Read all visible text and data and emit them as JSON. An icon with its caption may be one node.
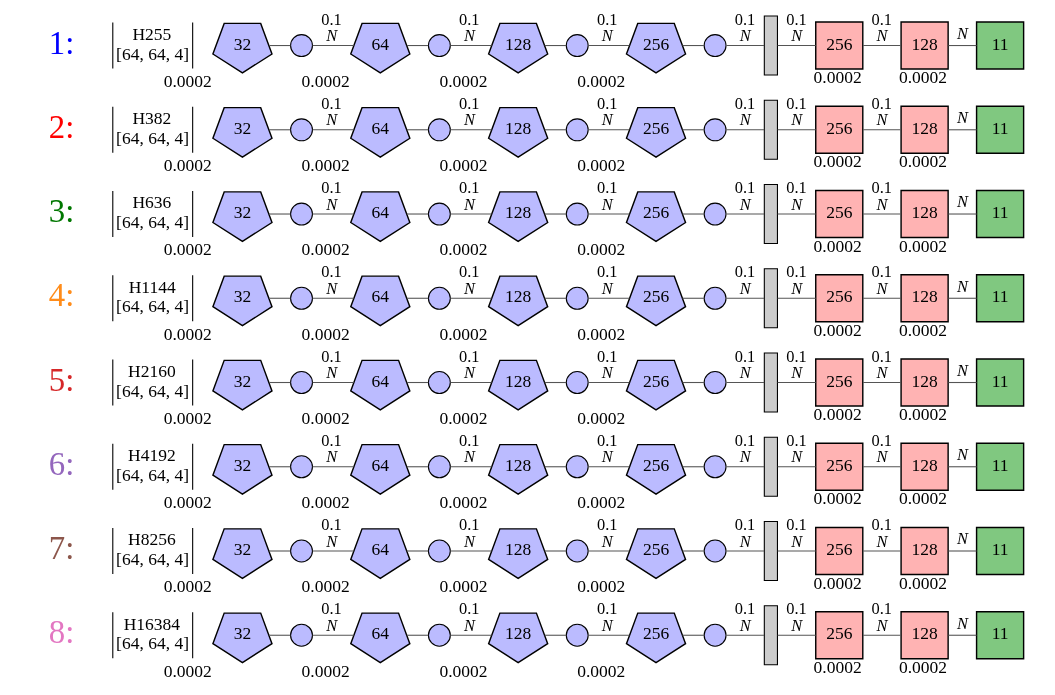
{
  "diagram": {
    "nodes": [
      {
        "text": [
          "H255",
          "[64, 64, 4]"
        ],
        "beside": [
          "1:"
        ]
      },
      {
        "text": [
          "32"
        ],
        "beside": [
          "0.0002"
        ]
      },
      {
        "text": [],
        "shape": "circle"
      },
      {
        "text": [
          "64"
        ],
        "beside": [
          "0.0002"
        ]
      },
      {
        "text": [],
        "shape": "circle"
      },
      {
        "text": [
          "128"
        ],
        "beside": [
          "0.0002"
        ]
      },
      {
        "text": [],
        "shape": "circle"
      },
      {
        "text": [
          "256"
        ],
        "beside": [
          "0.0002"
        ]
      },
      {
        "text": [],
        "shape": "circle"
      },
      {
        "text": [],
        "shape": "bar"
      },
      {
        "text": [
          "256"
        ],
        "beside": [
          "0.0002"
        ]
      },
      {
        "text": [
          "128"
        ],
        "beside": [
          "0.0002"
        ]
      },
      {
        "text": [
          "11"
        ]
      },
      {
        "text": [
          "H382",
          "[64, 64, 4]"
        ],
        "beside": [
          "2:"
        ]
      },
      {
        "text": [
          "32"
        ],
        "beside": [
          "0.0002"
        ]
      },
      {
        "text": [],
        "shape": "circle"
      },
      {
        "text": [
          "64"
        ],
        "beside": [
          "0.0002"
        ]
      },
      {
        "text": [],
        "shape": "circle"
      },
      {
        "text": [
          "128"
        ],
        "beside": [
          "0.0002"
        ]
      },
      {
        "text": [],
        "shape": "circle"
      },
      {
        "text": [
          "256"
        ],
        "beside": [
          "0.0002"
        ]
      },
      {
        "text": [],
        "shape": "circle"
      },
      {
        "text": [],
        "shape": "bar"
      },
      {
        "text": [
          "256"
        ],
        "beside": [
          "0.0002"
        ]
      },
      {
        "text": [
          "128"
        ],
        "beside": [
          "0.0002"
        ]
      },
      {
        "text": [
          "11"
        ]
      },
      {
        "text": [
          "H636",
          "[64, 64, 4]"
        ],
        "beside": [
          "3:"
        ]
      },
      {
        "text": [
          "32"
        ],
        "beside": [
          "0.0002"
        ]
      },
      {
        "text": [],
        "shape": "circle"
      },
      {
        "text": [
          "64"
        ],
        "beside": [
          "0.0002"
        ]
      },
      {
        "text": [],
        "shape": "circle"
      },
      {
        "text": [
          "128"
        ],
        "beside": [
          "0.0002"
        ]
      },
      {
        "text": [],
        "shape": "circle"
      },
      {
        "text": [
          "256"
        ],
        "beside": [
          "0.0002"
        ]
      },
      {
        "text": [],
        "shape": "circle"
      },
      {
        "text": [],
        "shape": "bar"
      },
      {
        "text": [
          "256"
        ],
        "beside": [
          "0.0002"
        ]
      },
      {
        "text": [
          "128"
        ],
        "beside": [
          "0.0002"
        ]
      },
      {
        "text": [
          "11"
        ]
      },
      {
        "text": [
          "H1144",
          "[64, 64, 4]"
        ],
        "beside": [
          "4:"
        ]
      },
      {
        "text": [
          "32"
        ],
        "beside": [
          "0.0002"
        ]
      },
      {
        "text": [],
        "shape": "circle"
      },
      {
        "text": [
          "64"
        ],
        "beside": [
          "0.0002"
        ]
      },
      {
        "text": [],
        "shape": "circle"
      },
      {
        "text": [
          "128"
        ],
        "beside": [
          "0.0002"
        ]
      },
      {
        "text": [],
        "shape": "circle"
      },
      {
        "text": [
          "256"
        ],
        "beside": [
          "0.0002"
        ]
      },
      {
        "text": [],
        "shape": "circle"
      },
      {
        "text": [],
        "shape": "bar"
      },
      {
        "text": [
          "256"
        ],
        "beside": [
          "0.0002"
        ]
      },
      {
        "text": [
          "128"
        ],
        "beside": [
          "0.0002"
        ]
      },
      {
        "text": [
          "11"
        ]
      },
      {
        "text": [
          "H2160",
          "[64, 64, 4]"
        ],
        "beside": [
          "5:"
        ]
      },
      {
        "text": [
          "32"
        ],
        "beside": [
          "0.0002"
        ]
      },
      {
        "text": [],
        "shape": "circle"
      },
      {
        "text": [
          "64"
        ],
        "beside": [
          "0.0002"
        ]
      },
      {
        "text": [],
        "shape": "circle"
      },
      {
        "text": [
          "128"
        ],
        "beside": [
          "0.0002"
        ]
      },
      {
        "text": [],
        "shape": "circle"
      },
      {
        "text": [
          "256"
        ],
        "beside": [
          "0.0002"
        ]
      },
      {
        "text": [],
        "shape": "circle"
      },
      {
        "text": [],
        "shape": "bar"
      },
      {
        "text": [
          "256"
        ],
        "beside": [
          "0.0002"
        ]
      },
      {
        "text": [
          "128"
        ],
        "beside": [
          "0.0002"
        ]
      },
      {
        "text": [
          "11"
        ]
      },
      {
        "text": [
          "H4192",
          "[64, 64, 4]"
        ],
        "beside": [
          "6:"
        ]
      },
      {
        "text": [
          "32"
        ],
        "beside": [
          "0.0002"
        ]
      },
      {
        "text": [],
        "shape": "circle"
      },
      {
        "text": [
          "64"
        ],
        "beside": [
          "0.0002"
        ]
      },
      {
        "text": [],
        "shape": "circle"
      },
      {
        "text": [
          "128"
        ],
        "beside": [
          "0.0002"
        ]
      },
      {
        "text": [],
        "shape": "circle"
      },
      {
        "text": [
          "256"
        ],
        "beside": [
          "0.0002"
        ]
      },
      {
        "text": [],
        "shape": "circle"
      },
      {
        "text": [],
        "shape": "bar"
      },
      {
        "text": [
          "256"
        ],
        "beside": [
          "0.0002"
        ]
      },
      {
        "text": [
          "128"
        ],
        "beside": [
          "0.0002"
        ]
      },
      {
        "text": [
          "11"
        ]
      },
      {
        "text": [
          "H8256",
          "[64, 64, 4]"
        ],
        "beside": [
          "7:"
        ]
      },
      {
        "text": [
          "32"
        ],
        "beside": [
          "0.0002"
        ]
      },
      {
        "text": [],
        "shape": "circle"
      },
      {
        "text": [
          "64"
        ],
        "beside": [
          "0.0002"
        ]
      },
      {
        "text": [],
        "shape": "circle"
      },
      {
        "text": [
          "128"
        ],
        "beside": [
          "0.0002"
        ]
      },
      {
        "text": [],
        "shape": "circle"
      },
      {
        "text": [
          "256"
        ],
        "beside": [
          "0.0002"
        ]
      },
      {
        "text": [],
        "shape": "circle"
      },
      {
        "text": [],
        "shape": "bar"
      },
      {
        "text": [
          "256"
        ],
        "beside": [
          "0.0002"
        ]
      },
      {
        "text": [
          "128"
        ],
        "beside": [
          "0.0002"
        ]
      },
      {
        "text": [
          "11"
        ]
      },
      {
        "text": [
          "H16384",
          "[64, 64, 4]"
        ],
        "beside": [
          "8:"
        ]
      },
      {
        "text": [
          "32"
        ],
        "beside": [
          "0.0002"
        ]
      },
      {
        "text": [],
        "shape": "circle"
      },
      {
        "text": [
          "64"
        ],
        "beside": [
          "0.0002"
        ]
      },
      {
        "text": [],
        "shape": "circle"
      },
      {
        "text": [
          "128"
        ],
        "beside": [
          "0.0002"
        ]
      },
      {
        "text": [],
        "shape": "circle"
      },
      {
        "text": [
          "256"
        ],
        "beside": [
          "0.0002"
        ]
      },
      {
        "text": [],
        "shape": "circle"
      },
      {
        "text": [],
        "shape": "bar"
      },
      {
        "text": [
          "256"
        ],
        "beside": [
          "0.0002"
        ]
      },
      {
        "text": [
          "128"
        ],
        "beside": [
          "0.0002"
        ]
      },
      {
        "text": [
          "11"
        ]
      }
    ],
    "edges": [
      {
        "from": 1,
        "to": 2,
        "arrow": "none"
      },
      {
        "from": 2,
        "to": 3,
        "arrow": "none",
        "label": "0.1 N"
      },
      {
        "from": 3,
        "to": 4,
        "arrow": "none"
      },
      {
        "from": 4,
        "to": 5,
        "arrow": "none",
        "label": "0.1 N"
      },
      {
        "from": 5,
        "to": 6,
        "arrow": "none"
      },
      {
        "from": 6,
        "to": 7,
        "arrow": "none",
        "label": "0.1 N"
      },
      {
        "from": 7,
        "to": 8,
        "arrow": "none"
      },
      {
        "from": 8,
        "to": 9,
        "arrow": "none",
        "label": "0.1 N"
      },
      {
        "from": 9,
        "to": 10,
        "arrow": "none",
        "label": "0.1 N"
      },
      {
        "from": 10,
        "to": 11,
        "arrow": "none",
        "label": "0.1 N"
      },
      {
        "from": 11,
        "to": 12,
        "arrow": "none",
        "label": "N"
      },
      {
        "from": 14,
        "to": 15,
        "arrow": "none"
      },
      {
        "from": 15,
        "to": 16,
        "arrow": "none",
        "label": "0.1 N"
      },
      {
        "from": 16,
        "to": 17,
        "arrow": "none"
      },
      {
        "from": 17,
        "to": 18,
        "arrow": "none",
        "label": "0.1 N"
      },
      {
        "from": 18,
        "to": 19,
        "arrow": "none"
      },
      {
        "from": 19,
        "to": 20,
        "arrow": "none",
        "label": "0.1 N"
      },
      {
        "from": 20,
        "to": 21,
        "arrow": "none"
      },
      {
        "from": 21,
        "to": 22,
        "arrow": "none",
        "label": "0.1 N"
      },
      {
        "from": 22,
        "to": 23,
        "arrow": "none",
        "label": "0.1 N"
      },
      {
        "from": 23,
        "to": 24,
        "arrow": "none",
        "label": "0.1 N"
      },
      {
        "from": 24,
        "to": 25,
        "arrow": "none",
        "label": "N"
      },
      {
        "from": 27,
        "to": 28,
        "arrow": "none"
      },
      {
        "from": 28,
        "to": 29,
        "arrow": "none",
        "label": "0.1 N"
      },
      {
        "from": 29,
        "to": 30,
        "arrow": "none"
      },
      {
        "from": 30,
        "to": 31,
        "arrow": "none",
        "label": "0.1 N"
      },
      {
        "from": 31,
        "to": 32,
        "arrow": "none"
      },
      {
        "from": 32,
        "to": 33,
        "arrow": "none",
        "label": "0.1 N"
      },
      {
        "from": 33,
        "to": 34,
        "arrow": "none"
      },
      {
        "from": 34,
        "to": 35,
        "arrow": "none",
        "label": "0.1 N"
      },
      {
        "from": 35,
        "to": 36,
        "arrow": "none",
        "label": "0.1 N"
      },
      {
        "from": 36,
        "to": 37,
        "arrow": "none",
        "label": "0.1 N"
      },
      {
        "from": 37,
        "to": 38,
        "arrow": "none",
        "label": "N"
      },
      {
        "from": 40,
        "to": 41,
        "arrow": "none"
      },
      {
        "from": 41,
        "to": 42,
        "arrow": "none",
        "label": "0.1 N"
      },
      {
        "from": 42,
        "to": 43,
        "arrow": "none"
      },
      {
        "from": 43,
        "to": 44,
        "arrow": "none",
        "label": "0.1 N"
      },
      {
        "from": 44,
        "to": 45,
        "arrow": "none"
      },
      {
        "from": 45,
        "to": 46,
        "arrow": "none",
        "label": "0.1 N"
      },
      {
        "from": 46,
        "to": 47,
        "arrow": "none"
      },
      {
        "from": 47,
        "to": 48,
        "arrow": "none",
        "label": "0.1 N"
      },
      {
        "from": 48,
        "to": 49,
        "arrow": "none",
        "label": "0.1 N"
      },
      {
        "from": 49,
        "to": 50,
        "arrow": "none",
        "label": "0.1 N"
      },
      {
        "from": 50,
        "to": 51,
        "arrow": "none",
        "label": "N"
      },
      {
        "from": 53,
        "to": 54,
        "arrow": "none"
      },
      {
        "from": 54,
        "to": 55,
        "arrow": "none",
        "label": "0.1 N"
      },
      {
        "from": 55,
        "to": 56,
        "arrow": "none"
      },
      {
        "from": 56,
        "to": 57,
        "arrow": "none",
        "label": "0.1 N"
      },
      {
        "from": 57,
        "to": 58,
        "arrow": "none"
      },
      {
        "from": 58,
        "to": 59,
        "arrow": "none",
        "label": "0.1 N"
      },
      {
        "from": 59,
        "to": 60,
        "arrow": "none"
      },
      {
        "from": 60,
        "to": 61,
        "arrow": "none",
        "label": "0.1 N"
      },
      {
        "from": 61,
        "to": 62,
        "arrow": "none",
        "label": "0.1 N"
      },
      {
        "from": 62,
        "to": 63,
        "arrow": "none",
        "label": "0.1 N"
      },
      {
        "from": 63,
        "to": 64,
        "arrow": "none",
        "label": "N"
      },
      {
        "from": 66,
        "to": 67,
        "arrow": "none"
      },
      {
        "from": 67,
        "to": 68,
        "arrow": "none",
        "label": "0.1 N"
      },
      {
        "from": 68,
        "to": 69,
        "arrow": "none"
      },
      {
        "from": 69,
        "to": 70,
        "arrow": "none",
        "label": "0.1 N"
      },
      {
        "from": 70,
        "to": 71,
        "arrow": "none"
      },
      {
        "from": 71,
        "to": 72,
        "arrow": "none",
        "label": "0.1 N"
      },
      {
        "from": 72,
        "to": 73,
        "arrow": "none"
      },
      {
        "from": 73,
        "to": 74,
        "arrow": "none",
        "label": "0.1 N"
      },
      {
        "from": 74,
        "to": 75,
        "arrow": "none",
        "label": "0.1 N"
      },
      {
        "from": 75,
        "to": 76,
        "arrow": "none",
        "label": "0.1 N"
      },
      {
        "from": 76,
        "to": 77,
        "arrow": "none",
        "label": "N"
      },
      {
        "from": 79,
        "to": 80,
        "arrow": "none"
      },
      {
        "from": 80,
        "to": 81,
        "arrow": "none",
        "label": "0.1 N"
      },
      {
        "from": 81,
        "to": 82,
        "arrow": "none"
      },
      {
        "from": 82,
        "to": 83,
        "arrow": "none",
        "label": "0.1 N"
      },
      {
        "from": 83,
        "to": 84,
        "arrow": "none"
      },
      {
        "from": 84,
        "to": 85,
        "arrow": "none",
        "label": "0.1 N"
      },
      {
        "from": 85,
        "to": 86,
        "arrow": "none"
      },
      {
        "from": 86,
        "to": 87,
        "arrow": "none",
        "label": "0.1 N"
      },
      {
        "from": 87,
        "to": 88,
        "arrow": "none",
        "label": "0.1 N"
      },
      {
        "from": 88,
        "to": 89,
        "arrow": "none",
        "label": "0.1 N"
      },
      {
        "from": 89,
        "to": 90,
        "arrow": "none",
        "label": "N"
      },
      {
        "from": 92,
        "to": 93,
        "arrow": "none"
      },
      {
        "from": 93,
        "to": 94,
        "arrow": "none",
        "label": "0.1 N"
      },
      {
        "from": 94,
        "to": 95,
        "arrow": "none"
      },
      {
        "from": 95,
        "to": 96,
        "arrow": "none",
        "label": "0.1 N"
      },
      {
        "from": 96,
        "to": 97,
        "arrow": "none"
      },
      {
        "from": 97,
        "to": 98,
        "arrow": "none",
        "label": "0.1 N"
      },
      {
        "from": 98,
        "to": 99,
        "arrow": "none"
      },
      {
        "from": 99,
        "to": 100,
        "arrow": "none",
        "label": "0.1 N"
      },
      {
        "from": 100,
        "to": 101,
        "arrow": "none",
        "label": "0.1 N"
      },
      {
        "from": 101,
        "to": 102,
        "arrow": "none",
        "label": "0.1 N"
      },
      {
        "from": 102,
        "to": 103,
        "arrow": "none",
        "label": "N"
      }
    ]
  }
}
